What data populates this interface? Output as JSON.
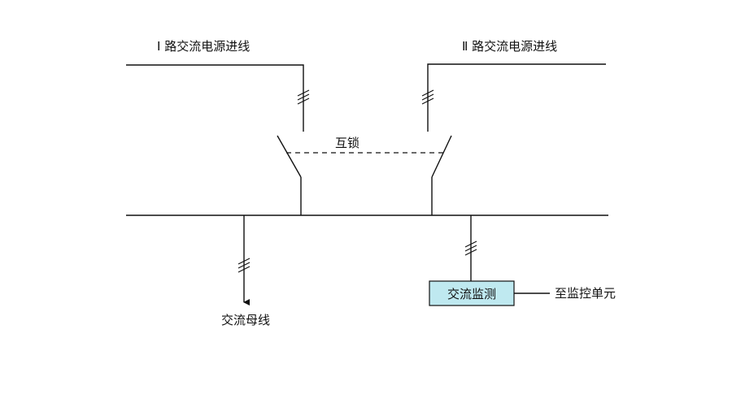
{
  "labels": {
    "incoming_1": "Ⅰ 路交流电源进线",
    "incoming_2": "Ⅱ 路交流电源进线",
    "interlock": "互锁",
    "ac_bus": "交流母线",
    "ac_monitor": "交流监测",
    "to_monitor_unit": "至监控单元"
  },
  "colors": {
    "line": "#111111",
    "monitor_box_fill": "#bfe9f0",
    "monitor_box_border": "#111111"
  }
}
